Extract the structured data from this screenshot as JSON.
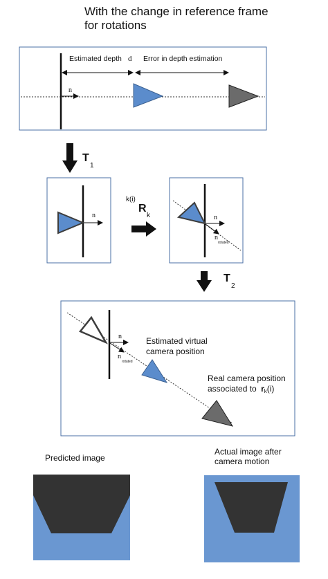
{
  "title": {
    "line1": "With the change in reference frame",
    "line2": "for rotations"
  },
  "panel1": {
    "estimated_depth_label": "Estimated depth",
    "depth_symbol": "d",
    "error_label": "Error in depth estimation",
    "normal_label": "n"
  },
  "transform1": {
    "label": "T",
    "subscript": "1"
  },
  "panel2": {
    "normal_label": "n"
  },
  "rotation": {
    "superscript": "k(i)",
    "label": "R",
    "subscript": "k"
  },
  "panel3": {
    "normal_label": "n",
    "rotated_normal_label": "n",
    "rotated_subscript": "rotated"
  },
  "transform2": {
    "label": "T",
    "subscript": "2"
  },
  "panel4": {
    "normal_label": "n",
    "rotated_normal_label": "n",
    "rotated_subscript": "rotated",
    "estimated_line1": "Estimated virtual",
    "estimated_line2": "camera position",
    "real_line1": "Real camera position",
    "real_line2": "associated to",
    "real_symbol": "r",
    "real_symbol_sub": "k",
    "real_symbol_arg": "(i)"
  },
  "predicted_image": {
    "label": "Predicted image"
  },
  "actual_image": {
    "line1": "Actual image after",
    "line2": "camera motion"
  },
  "colors": {
    "border": "#4a6fa5",
    "blue_fill": "#5b8ccc",
    "gray_fill": "#6b6b6b",
    "dark_fill": "#333333",
    "image_blue": "#6a97d1"
  }
}
